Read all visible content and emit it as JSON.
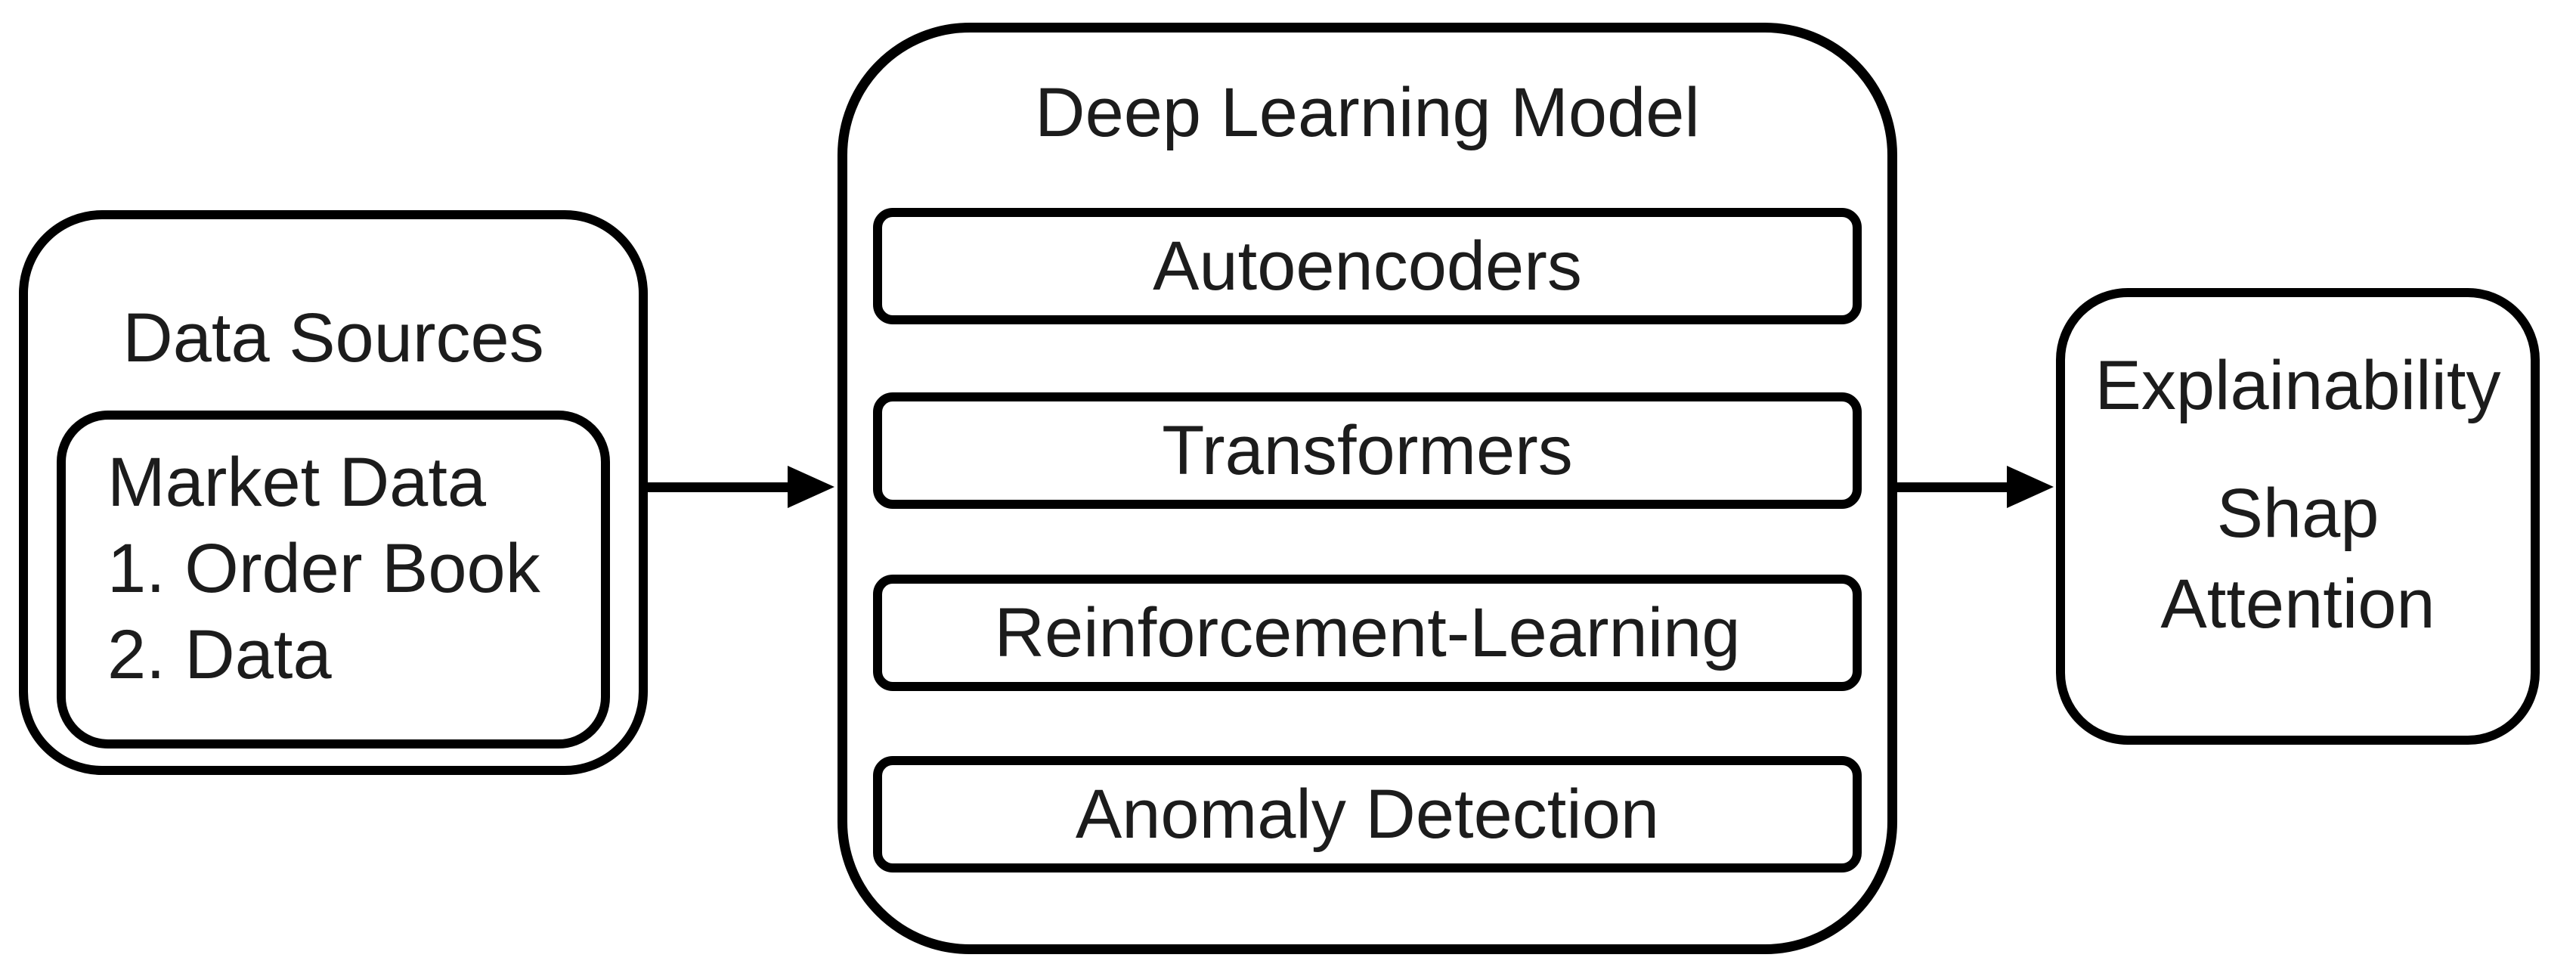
{
  "colors": {
    "stroke": "#000000",
    "text": "#1c1c1c",
    "background": "#ffffff"
  },
  "data_sources": {
    "title": "Data Sources",
    "market_data": {
      "heading": "Market Data",
      "items": [
        "1. Order Book",
        "2. Data"
      ]
    }
  },
  "deep_learning_model": {
    "title": "Deep Learning Model",
    "components": [
      "Autoencoders",
      "Transformers",
      "Reinforcement-Learning",
      "Anomaly Detection"
    ]
  },
  "explainability": {
    "title": "Explainability",
    "methods": [
      "Shap",
      "Attention"
    ]
  }
}
